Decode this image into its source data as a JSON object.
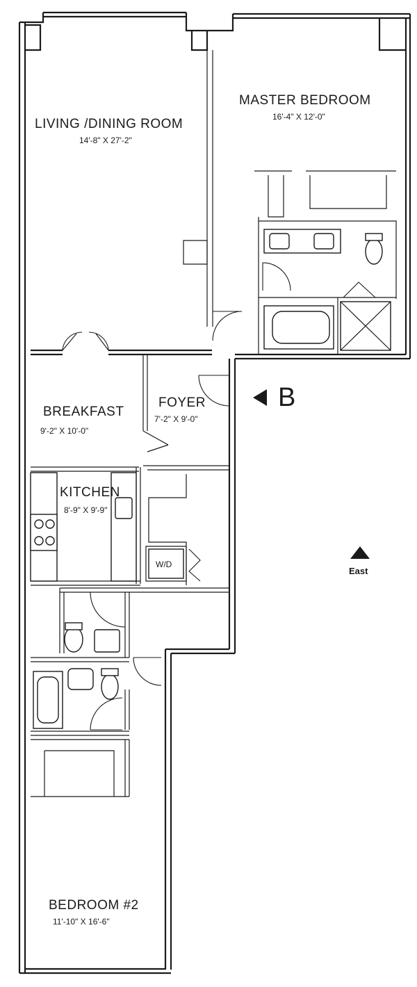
{
  "rooms": {
    "living": {
      "name": "LIVING /DINING ROOM",
      "dims": "14'-8\" X 27'-2\""
    },
    "master": {
      "name": "MASTER BEDROOM",
      "dims": "16'-4\" X 12'-0\""
    },
    "breakfast": {
      "name": "BREAKFAST",
      "dims": "9'-2\" X 10'-0\""
    },
    "foyer": {
      "name": "FOYER",
      "dims": "7'-2\" X 9'-0\""
    },
    "kitchen": {
      "name": "KITCHEN",
      "dims": "8'-9\" X 9'-9\""
    },
    "bedroom2": {
      "name": "BEDROOM #2",
      "dims": "11'-10\" X 16'-6\""
    }
  },
  "labels": {
    "entry": "B",
    "washer_dryer": "W/D",
    "orientation": "East"
  }
}
